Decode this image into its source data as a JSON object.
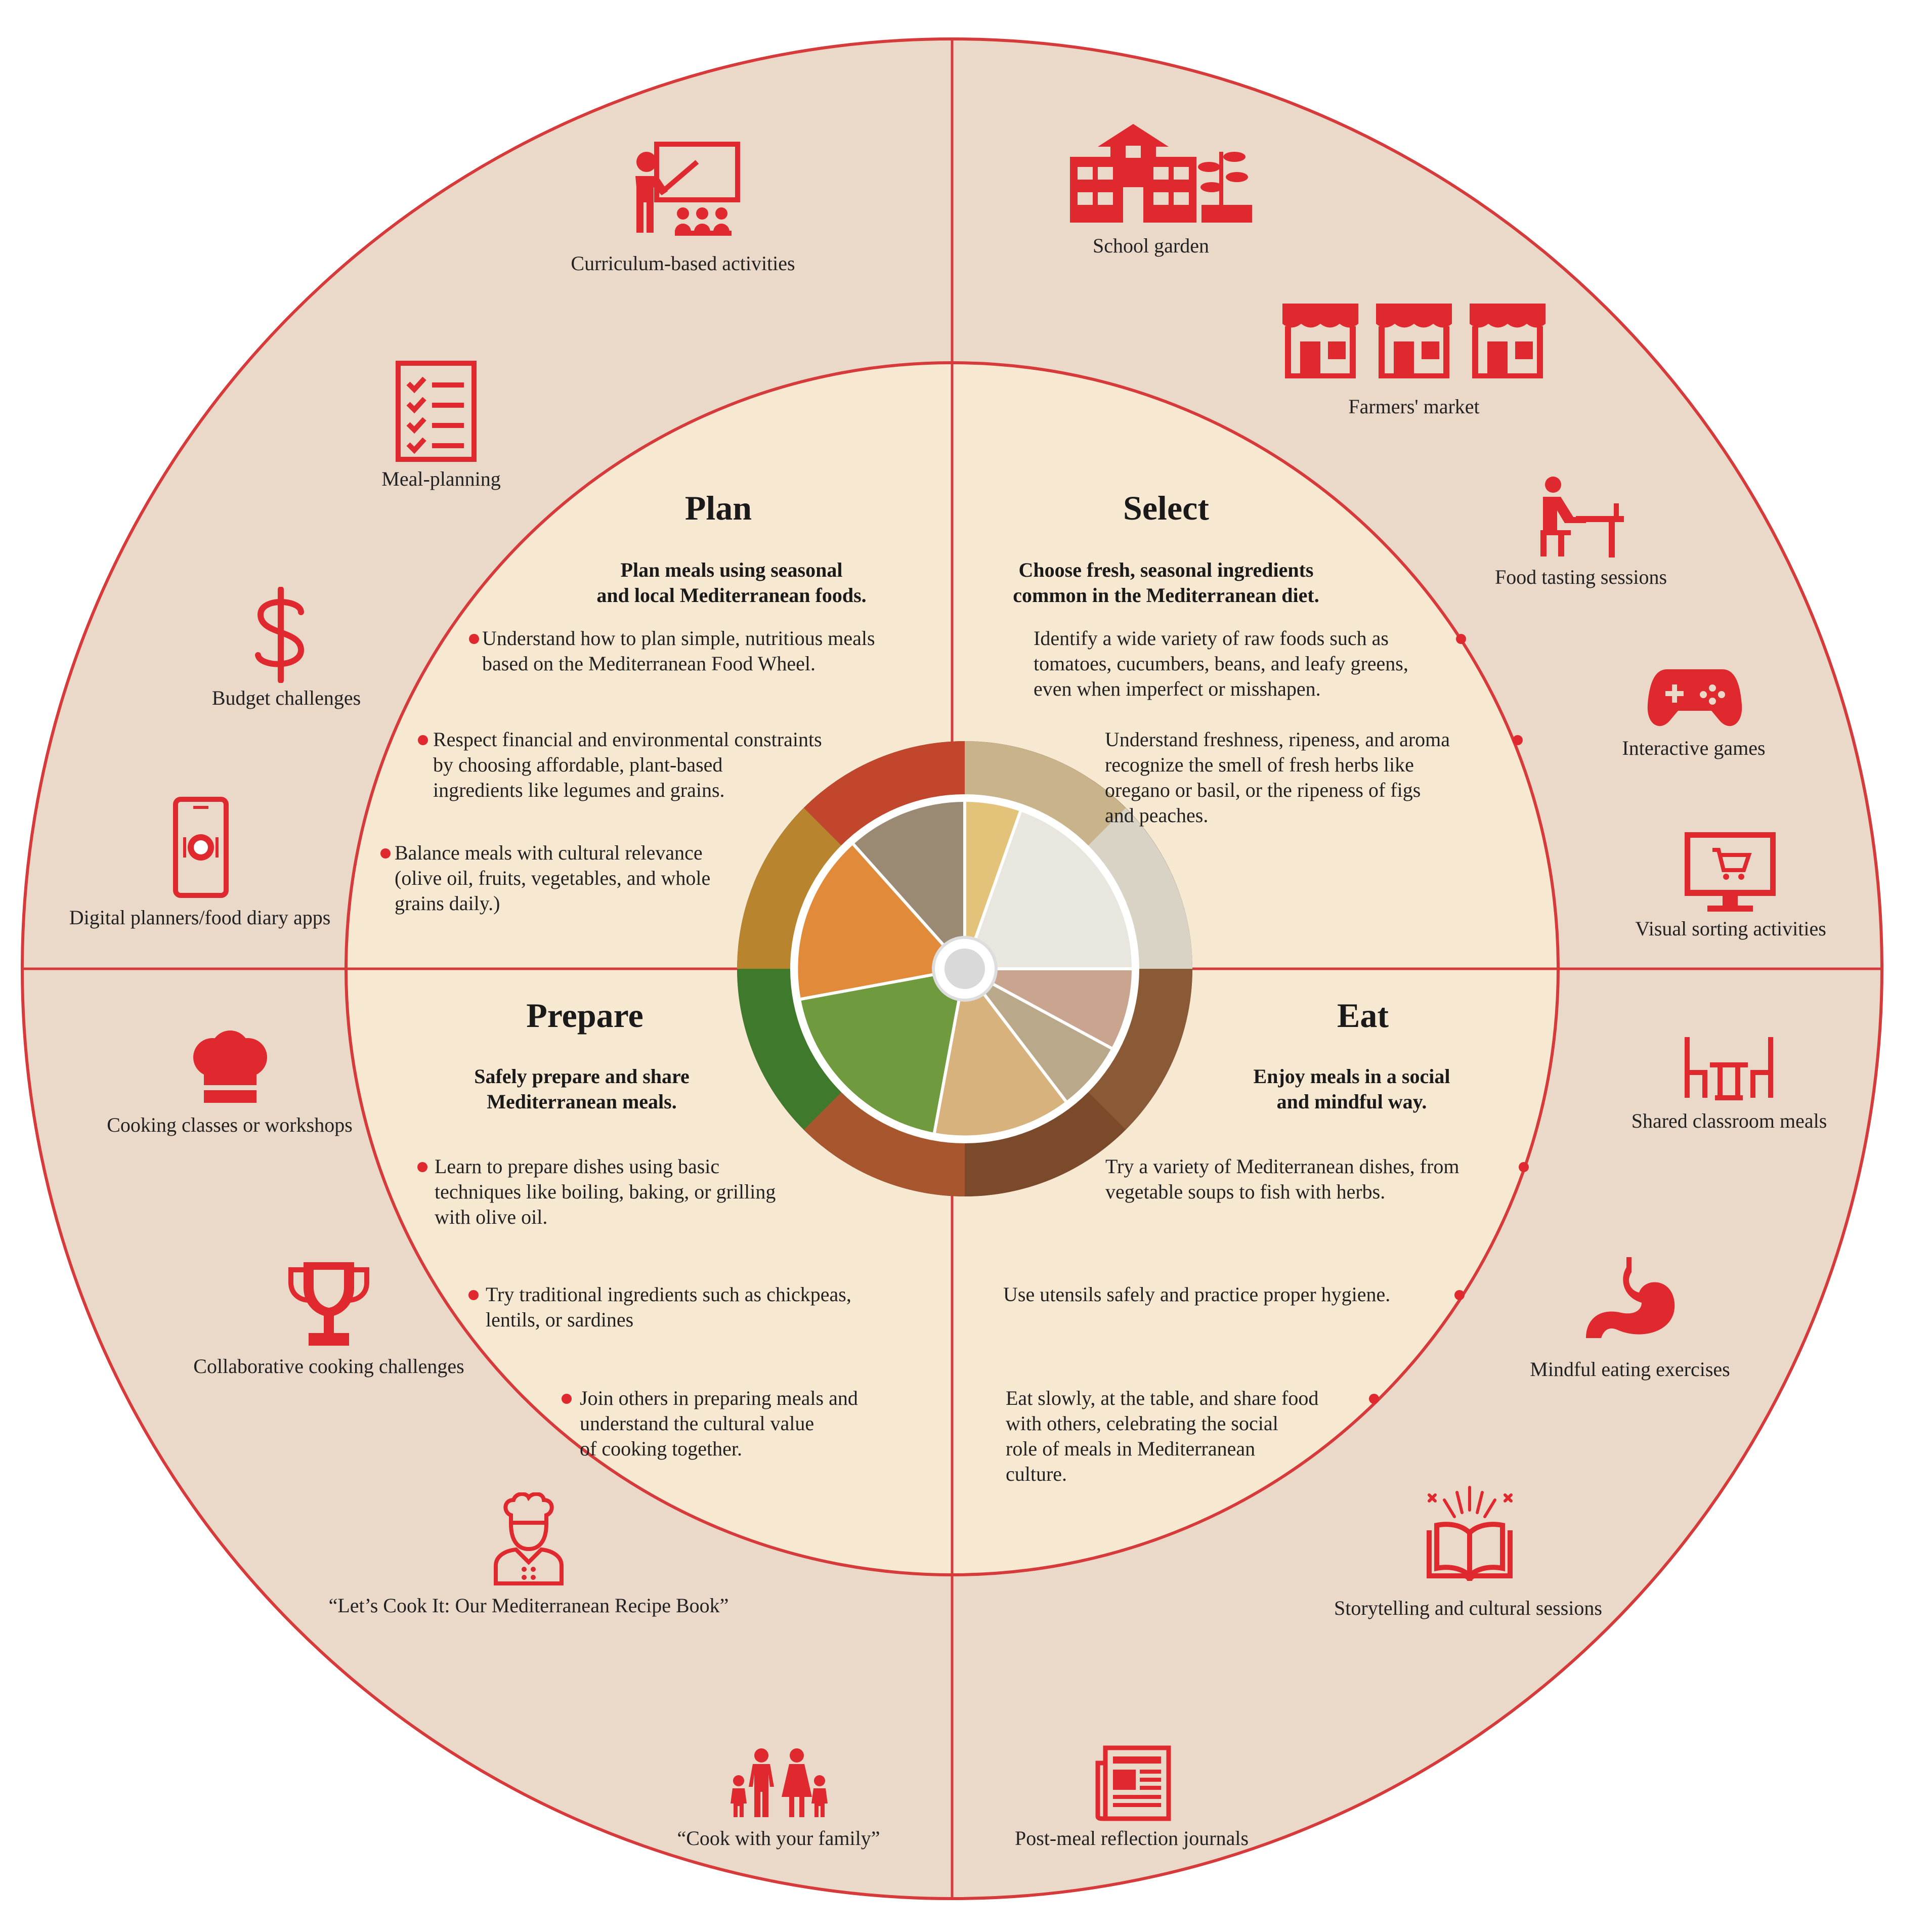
{
  "colors": {
    "accent": "#e0282f",
    "outer_ring": "#ead8c8",
    "inner_disc": "#f7e8d2",
    "line": "#d63a3a"
  },
  "quadrants": {
    "plan": {
      "title": "Plan",
      "goal": "Plan meals using seasonal\nand local Mediterranean foods.",
      "bullets": [
        "Understand how to plan simple, nutritious meals\nbased on the Mediterranean Food Wheel.",
        "Respect financial and environmental constraints\nby choosing affordable, plant-based\ningredients like legumes and grains.",
        "Balance meals with cultural relevance\n(olive oil, fruits, vegetables, and whole\ngrains daily.)"
      ]
    },
    "select": {
      "title": "Select",
      "goal": "Choose fresh, seasonal ingredients\ncommon in the Mediterranean diet.",
      "bullets": [
        "Identify a wide variety of raw foods such as\ntomatoes, cucumbers, beans, and leafy greens,\neven when imperfect or misshapen.",
        "Understand freshness, ripeness, and aroma\nrecognize the smell of fresh herbs like\n   oregano or basil, or the ripeness of figs\n      and peaches."
      ]
    },
    "prepare": {
      "title": "Prepare",
      "goal": "Safely prepare and share\nMediterranean meals.",
      "bullets": [
        "Learn to prepare dishes using basic\ntechniques like boiling, baking, or grilling\nwith olive oil.",
        "Try traditional ingredients such as chickpeas,\nlentils, or sardines",
        "Join others in preparing meals and\n   understand the cultural value\n      of cooking together."
      ]
    },
    "eat": {
      "title": "Eat",
      "goal": "Enjoy meals in a social\nand mindful way.",
      "bullets": [
        "Try a variety of Mediterranean dishes, from\nvegetable soups to fish with herbs.",
        "Use utensils safely and practice proper hygiene.",
        "Eat slowly, at the table, and share food\nwith others, celebrating the social\nrole of meals in Mediterranean\nculture."
      ]
    }
  },
  "activities": {
    "curriculum": {
      "label": "Curriculum-based activities",
      "icon": "teacher-board-icon"
    },
    "meal_planning": {
      "label": "Meal-planning",
      "icon": "checklist-icon"
    },
    "budget": {
      "label": "Budget challenges",
      "icon": "dollar-icon"
    },
    "digital": {
      "label": "Digital planners/food diary apps",
      "icon": "smartphone-icon"
    },
    "school_garden": {
      "label": "School garden",
      "icon": "school-garden-icon"
    },
    "farmers_market": {
      "label": "Farmers' market",
      "icon": "market-stalls-icon"
    },
    "tasting": {
      "label": "Food tasting sessions",
      "icon": "person-at-table-icon"
    },
    "games": {
      "label": "Interactive games",
      "icon": "gamepad-icon"
    },
    "sorting": {
      "label": "Visual sorting activities",
      "icon": "monitor-cart-icon"
    },
    "cooking_classes": {
      "label": "Cooking classes or workshops",
      "icon": "chef-hat-icon"
    },
    "collab_challenges": {
      "label": "Collaborative cooking challenges",
      "icon": "trophy-icon"
    },
    "recipe_book": {
      "label": "“Let’s Cook It: Our Mediterranean Recipe Book”",
      "icon": "chef-person-icon"
    },
    "cook_family": {
      "label": "“Cook with your family”",
      "icon": "family-icon"
    },
    "shared_meals": {
      "label": "Shared classroom meals",
      "icon": "table-chairs-icon"
    },
    "mindful": {
      "label": "Mindful eating exercises",
      "icon": "stomach-icon"
    },
    "storytelling": {
      "label": "Storytelling and cultural sessions",
      "icon": "open-book-icon"
    },
    "journals": {
      "label": "Post-meal reflection journals",
      "icon": "newspaper-icon"
    }
  },
  "center_wheel": {
    "icon": "mediterranean-food-wheel-icon"
  }
}
